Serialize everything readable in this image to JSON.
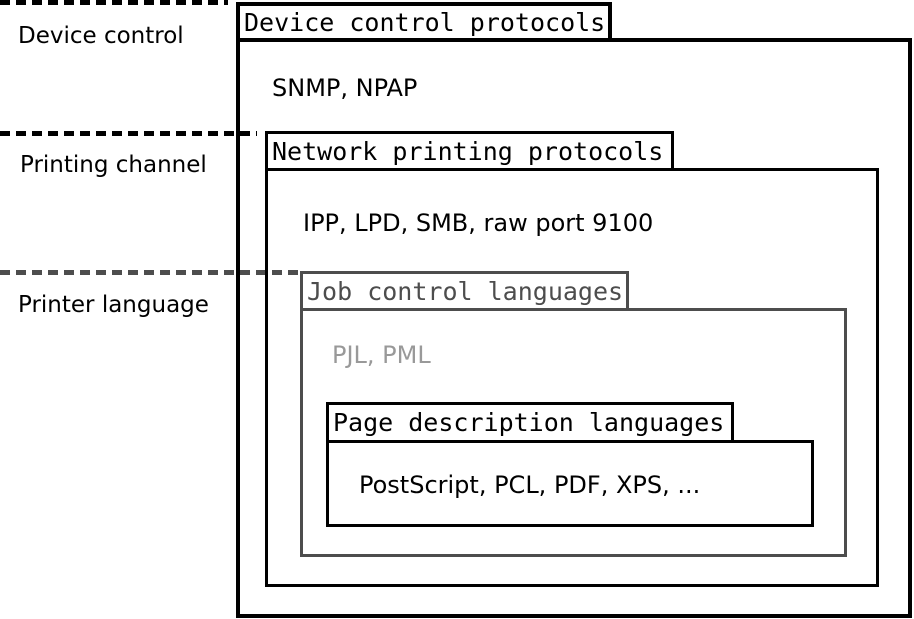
{
  "diagram": {
    "description": "Nested diagram of printer protocol layers",
    "colors": {
      "primary": "#000000",
      "secondary_border": "#4d4d4d",
      "secondary_text": "#999999",
      "background": "#ffffff"
    },
    "row_labels": [
      {
        "label": "Device control"
      },
      {
        "label": "Printing channel"
      },
      {
        "label": "Printer language"
      }
    ],
    "layers": [
      {
        "title": "Device control protocols",
        "content": "SNMP, NPAP",
        "emphasis": "black"
      },
      {
        "title": "Network printing protocols",
        "content": "IPP, LPD, SMB, raw port 9100",
        "emphasis": "black"
      },
      {
        "title": "Job control languages",
        "content": "PJL, PML",
        "emphasis": "gray"
      },
      {
        "title": "Page description languages",
        "content": "PostScript, PCL, PDF, XPS, ...",
        "emphasis": "black"
      }
    ]
  }
}
